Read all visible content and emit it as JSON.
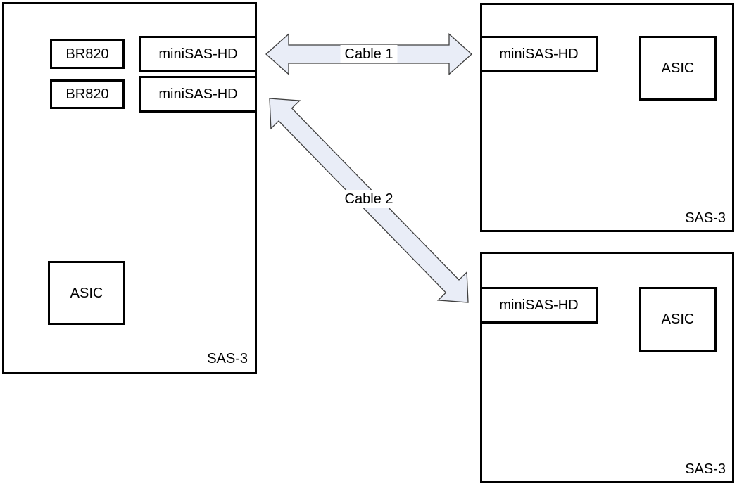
{
  "boards": {
    "left": {
      "type_label": "SAS-3",
      "retimer1": "BR820",
      "retimer2": "BR820",
      "connector1": "miniSAS-HD",
      "connector2": "miniSAS-HD",
      "asic": "ASIC"
    },
    "top_right": {
      "type_label": "SAS-3",
      "connector": "miniSAS-HD",
      "asic": "ASIC"
    },
    "bottom_right": {
      "type_label": "SAS-3",
      "connector": "miniSAS-HD",
      "asic": "ASIC"
    }
  },
  "cables": {
    "cable1_label": "Cable 1",
    "cable2_label": "Cable 2"
  },
  "colors": {
    "arrow_fill": "#E9EDF7",
    "arrow_outline": "#3F3F3F",
    "box_border": "#000000",
    "label_text": "#000000",
    "background": "#FFFFFF"
  }
}
